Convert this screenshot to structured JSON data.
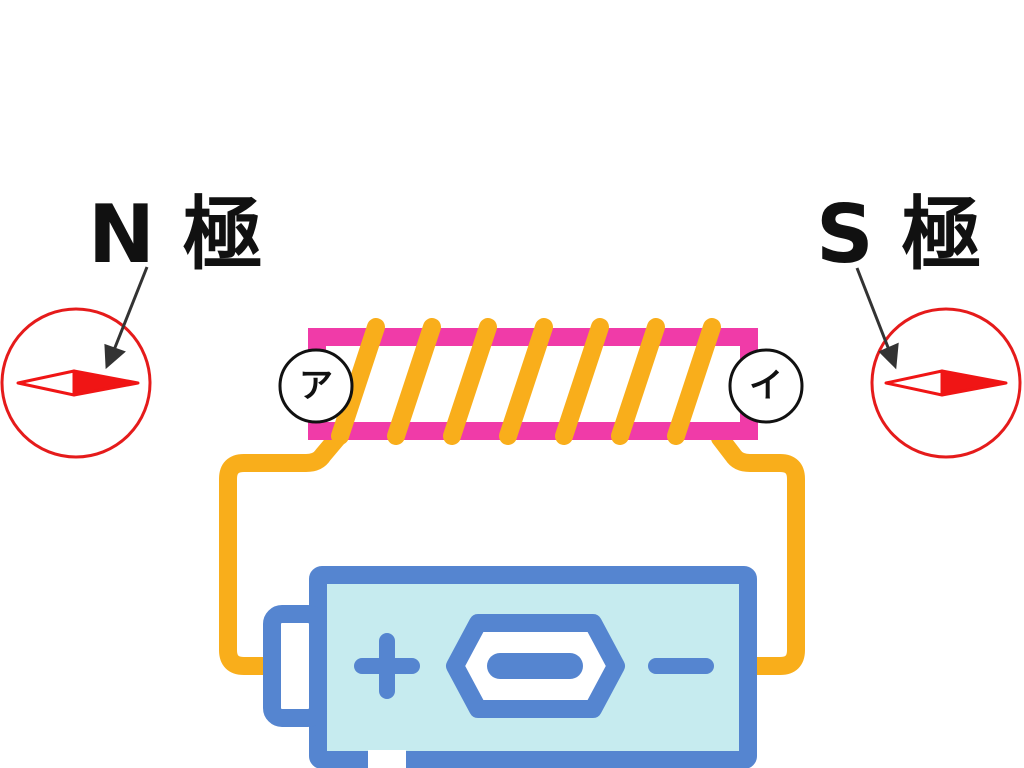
{
  "labels": {
    "left_pole": "N 極",
    "right_pole": "S 極",
    "end_a": "ア",
    "end_b": "イ"
  },
  "colors": {
    "core": "#f03ba8",
    "wire": "#f9ae1b",
    "battery_stroke": "#5585d0",
    "battery_fill": "#c6ebef",
    "compass_ring": "#e51b1b",
    "needle": "#f01515",
    "text": "#111111"
  },
  "icons": {
    "battery_plus": "plus-icon",
    "battery_minus": "minus-icon"
  }
}
